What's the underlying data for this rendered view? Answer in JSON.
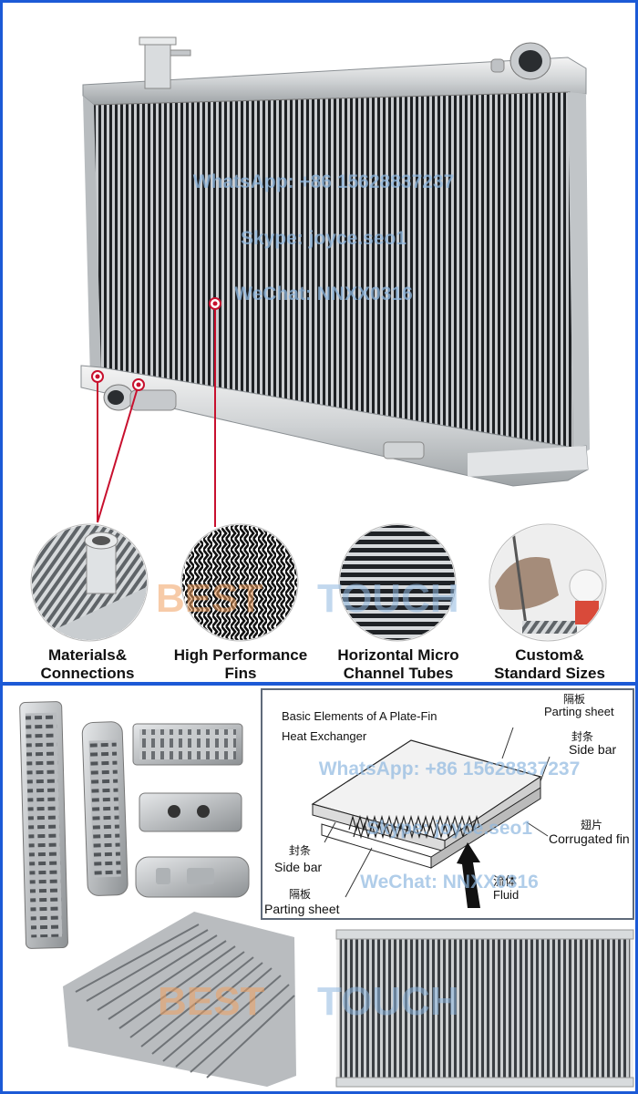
{
  "watermark_top": {
    "whatsapp": "WhatsApp: +86 15628837237",
    "skype": "Skype: joyce.seo1",
    "wechat": "WeChat: NNXX0316"
  },
  "watermark_brand": {
    "best": "BEST",
    "touch": "TOUCH"
  },
  "features": [
    {
      "line1": "Materials&",
      "line2": "Connections"
    },
    {
      "line1": "High Performance",
      "line2": "Fins"
    },
    {
      "line1": "Horizontal Micro",
      "line2": "Channel Tubes"
    },
    {
      "line1": "Custom&",
      "line2": "Standard Sizes"
    }
  ],
  "diagram": {
    "title_line1": "Basic Elements of A Plate-Fin",
    "title_line2": "Heat Exchanger",
    "parting_sheet_top_cn": "隔板",
    "parting_sheet_top_en": "Parting sheet",
    "side_bar_right_cn": "封条",
    "side_bar_right_en": "Side bar",
    "corrugated_cn": "翅片",
    "corrugated_en": "Corrugated fin",
    "side_bar_left_cn": "封条",
    "side_bar_left_en": "Side bar",
    "fluid_cn": "流体",
    "fluid_en": "Fluid",
    "parting_sheet_bottom_cn": "隔板",
    "parting_sheet_bottom_en": "Parting sheet"
  },
  "watermark_diagram": {
    "whatsapp": "WhatsApp: +86 15628837237",
    "skype": "Skype: joyce.seo1",
    "wechat": "WeChat: NNXX0316"
  },
  "colors": {
    "frame": "#1c5ad6",
    "watermark_orange": "#f0a060",
    "watermark_blue": "#8fb8e0",
    "callout_red": "#c8102e"
  }
}
